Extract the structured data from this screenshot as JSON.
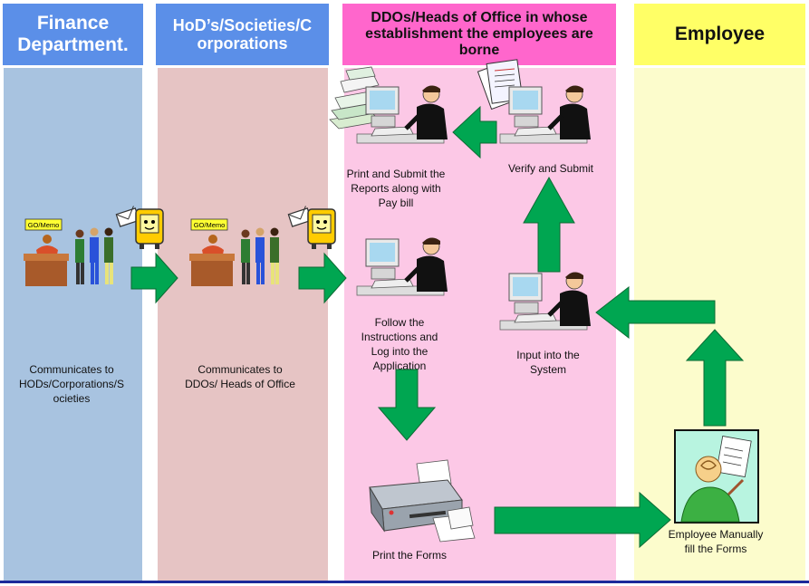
{
  "lanes": {
    "finance": {
      "header": "Finance Department.",
      "caption": "Communicates to HODs/Corporations/S ocieties"
    },
    "hod": {
      "header": "HoD’s/Societies/C orporations",
      "caption": "Communicates to DDOs/ Heads of Office"
    },
    "ddo": {
      "header": "DDOs/Heads of Office in whose establishment the employees are borne"
    },
    "employee": {
      "header": "Employee"
    }
  },
  "labels": {
    "go_memo_1": "GO/Memo",
    "go_memo_2": "GO/Memo"
  },
  "steps": {
    "print_submit": "Print and Submit the Reports along with Pay bill",
    "verify_submit": "Verify and Submit",
    "follow": "Follow the Instructions and Log into the Application",
    "input": "Input into the System",
    "print_forms": "Print the Forms",
    "employee_fill": "Employee Manually fill the Forms"
  },
  "colors": {
    "finance_bg": "#a8c3e0",
    "hod_bg": "#e6c4c4",
    "ddo_bg": "#fcc8e6",
    "employee_bg": "#fcfccc",
    "finance_hdr": "#5b8fe8",
    "hod_hdr": "#5b8fe8",
    "ddo_hdr": "#ff66cc",
    "employee_hdr": "#ffff66",
    "arrow": "#00a651",
    "rule": "#1c2a9a"
  }
}
